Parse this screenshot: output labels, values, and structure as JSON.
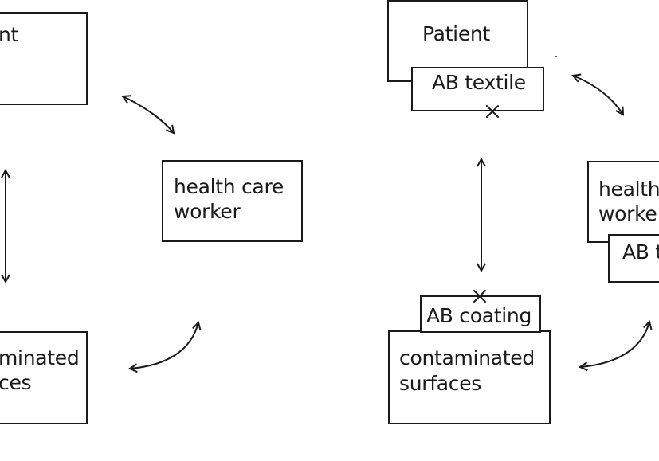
{
  "left_panel": {
    "patient_label": "nt",
    "hcw_label_line1": "health care",
    "hcw_label_line2": "worker",
    "surfaces_label_line1": "minated",
    "surfaces_label_line2": "ces"
  },
  "right_panel": {
    "patient_label": "Patient",
    "textile_label": "AB textile",
    "hcw_label_line1": "health",
    "hcw_label_line2": "worke",
    "textile2_label": "AB t",
    "coating_label": "AB coating",
    "surfaces_label_line1": "contaminated",
    "surfaces_label_line2": "surfaces"
  },
  "colors": {
    "stroke": "#1a1a1a",
    "background": "#ffffff"
  }
}
